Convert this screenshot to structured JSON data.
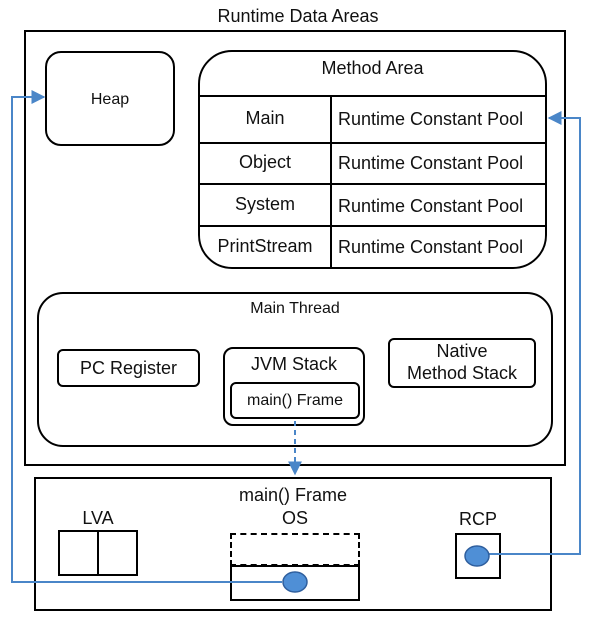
{
  "title": "Runtime Data Areas",
  "heap": {
    "label": "Heap"
  },
  "method_area": {
    "label": "Method Area",
    "rows": [
      {
        "class": "Main",
        "pool": "Runtime Constant Pool"
      },
      {
        "class": "Object",
        "pool": "Runtime Constant Pool"
      },
      {
        "class": "System",
        "pool": "Runtime Constant Pool"
      },
      {
        "class": "PrintStream",
        "pool": "Runtime Constant Pool"
      }
    ]
  },
  "main_thread": {
    "label": "Main Thread",
    "pc_register": "PC Register",
    "jvm_stack": "JVM Stack",
    "frame": "main() Frame",
    "native_stack_line1": "Native",
    "native_stack_line2": "Method Stack"
  },
  "frame_detail": {
    "title": "main() Frame",
    "lva": "LVA",
    "os": "OS",
    "rcp": "RCP"
  },
  "colors": {
    "arrow": "#4a86c8",
    "dot_fill": "#4f8fd6",
    "dot_stroke": "#2f5f9e"
  }
}
